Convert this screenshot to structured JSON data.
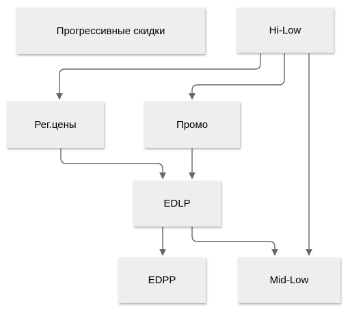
{
  "diagram": {
    "nodes": {
      "progressive": "Прогрессивные скидки",
      "hilow": "Hi-Low",
      "regprices": "Рег.цены",
      "promo": "Промо",
      "edlp": "EDLP",
      "edpp": "EDPP",
      "midlow": "Mid-Low"
    },
    "edges": [
      {
        "from": "hilow",
        "to": "regprices"
      },
      {
        "from": "hilow",
        "to": "promo"
      },
      {
        "from": "hilow",
        "to": "midlow"
      },
      {
        "from": "regprices",
        "to": "edlp"
      },
      {
        "from": "promo",
        "to": "edlp"
      },
      {
        "from": "edlp",
        "to": "edpp"
      },
      {
        "from": "edlp",
        "to": "midlow"
      }
    ],
    "colors": {
      "node_fill": "#eeeeee",
      "edge": "#666666"
    }
  }
}
